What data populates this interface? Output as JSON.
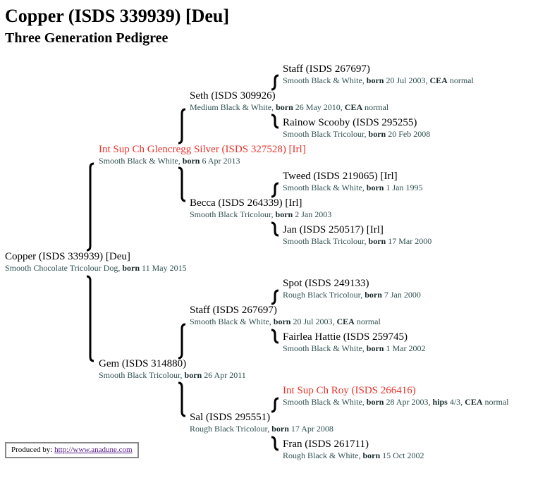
{
  "title": "Copper (ISDS 339939) [Deu]",
  "subtitle": "Three Generation Pedigree",
  "born_label": "born",
  "dogs": [
    {
      "name": "Staff (ISDS 267697)",
      "coat": "Smooth Black & White",
      "born": "20 Jul 2003",
      "extras": [
        {
          "label": "CEA",
          "value": "normal"
        }
      ]
    },
    {
      "name": "Seth (ISDS 309926)",
      "coat": "Medium Black & White",
      "born": "26 May 2010",
      "extras": [
        {
          "label": "CEA",
          "value": "normal"
        }
      ]
    },
    {
      "name": "Rainow Scooby (ISDS 295255)",
      "coat": "Smooth Black Tricolour",
      "born": "20 Feb 2008",
      "extras": []
    },
    {
      "name": "Int Sup Ch Glencregg Silver (ISDS 327528) [Irl]",
      "coat": "Smooth Black & White",
      "born": "6 Apr 2013",
      "extras": [],
      "champion": true
    },
    {
      "name": "Tweed (ISDS 219065) [Irl]",
      "coat": "Smooth Black & White",
      "born": "1 Jan 1995",
      "extras": []
    },
    {
      "name": "Becca (ISDS 264339) [Irl]",
      "coat": "Smooth Black Tricolour",
      "born": "2 Jan 2003",
      "extras": []
    },
    {
      "name": "Jan (ISDS 250517) [Irl]",
      "coat": "Smooth Black Tricolour",
      "born": "17 Mar 2000",
      "extras": []
    },
    {
      "name": "Copper (ISDS 339939) [Deu]",
      "coat": "Smooth Chocolate Tricolour Dog",
      "born": "11 May 2015",
      "extras": []
    },
    {
      "name": "Spot (ISDS 249133)",
      "coat": "Rough Black Tricolour",
      "born": "7 Jan 2000",
      "extras": []
    },
    {
      "name": "Staff (ISDS 267697)",
      "coat": "Smooth Black & White",
      "born": "20 Jul 2003",
      "extras": [
        {
          "label": "CEA",
          "value": "normal"
        }
      ]
    },
    {
      "name": "Fairlea Hattie (ISDS 259745)",
      "coat": "Smooth Black & White",
      "born": "1 Mar 2002",
      "extras": []
    },
    {
      "name": "Gem (ISDS 314880)",
      "coat": "Smooth Black Tricolour",
      "born": "26 Apr 2011",
      "extras": []
    },
    {
      "name": "Int Sup Ch Roy (ISDS 266416)",
      "coat": "Smooth Black & White",
      "born": "28 Apr 2003",
      "extras": [
        {
          "label": "hips",
          "value": "4/3"
        },
        {
          "label": "CEA",
          "value": "normal"
        }
      ],
      "champion": true
    },
    {
      "name": "Sal (ISDS 295551)",
      "coat": "Rough Black Tricolour",
      "born": "17 Apr 2008",
      "extras": []
    },
    {
      "name": "Fran (ISDS 261711)",
      "coat": "Rough Black & White",
      "born": "15 Oct 2002",
      "extras": []
    }
  ],
  "footer": {
    "label": "Produced by:",
    "link": "http://www.anadune.com"
  },
  "colors": {
    "champion": "#e8342c",
    "detail": "#2f4f4f"
  }
}
